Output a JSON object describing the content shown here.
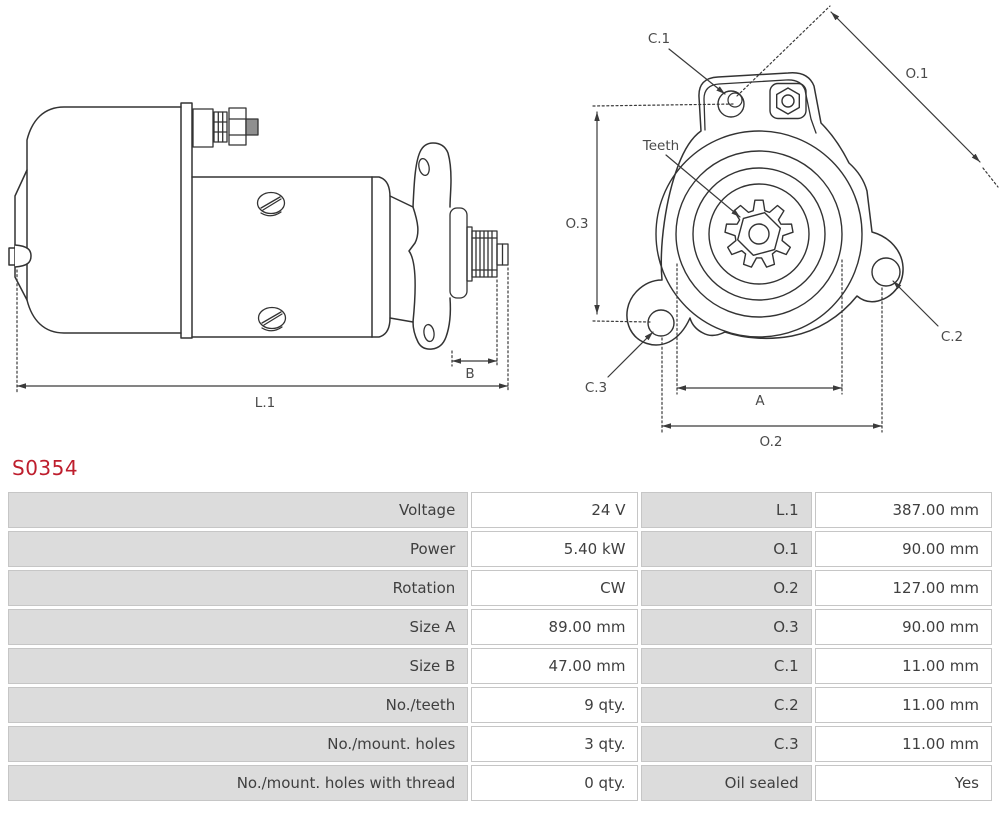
{
  "part_number": "S0354",
  "colors": {
    "part_number_red": "#be1e2d",
    "drawing_line": "#333333",
    "table_label_bg": "#dcdcdc",
    "table_border": "#c6c6c6"
  },
  "drawing": {
    "side_view": {
      "length_label": "L.1",
      "pinion_length_label": "B"
    },
    "front_view": {
      "c1_label": "C.1",
      "c2_label": "C.2",
      "c3_label": "C.3",
      "o1_label": "O.1",
      "o2_label": "O.2",
      "o3_label": "O.3",
      "a_label": "A",
      "teeth_label": "Teeth"
    }
  },
  "specs": {
    "rows": [
      {
        "l": "Voltage",
        "v": "24 V",
        "l2": "L.1",
        "v2": "387.00 mm"
      },
      {
        "l": "Power",
        "v": "5.40 kW",
        "l2": "O.1",
        "v2": "90.00 mm"
      },
      {
        "l": "Rotation",
        "v": "CW",
        "l2": "O.2",
        "v2": "127.00 mm"
      },
      {
        "l": "Size A",
        "v": "89.00 mm",
        "l2": "O.3",
        "v2": "90.00 mm"
      },
      {
        "l": "Size B",
        "v": "47.00 mm",
        "l2": "C.1",
        "v2": "11.00 mm"
      },
      {
        "l": "No./teeth",
        "v": "9 qty.",
        "l2": "C.2",
        "v2": "11.00 mm"
      },
      {
        "l": "No./mount. holes",
        "v": "3 qty.",
        "l2": "C.3",
        "v2": "11.00 mm"
      },
      {
        "l": "No./mount. holes with thread",
        "v": "0 qty.",
        "l2": "Oil sealed",
        "v2": "Yes"
      }
    ]
  }
}
